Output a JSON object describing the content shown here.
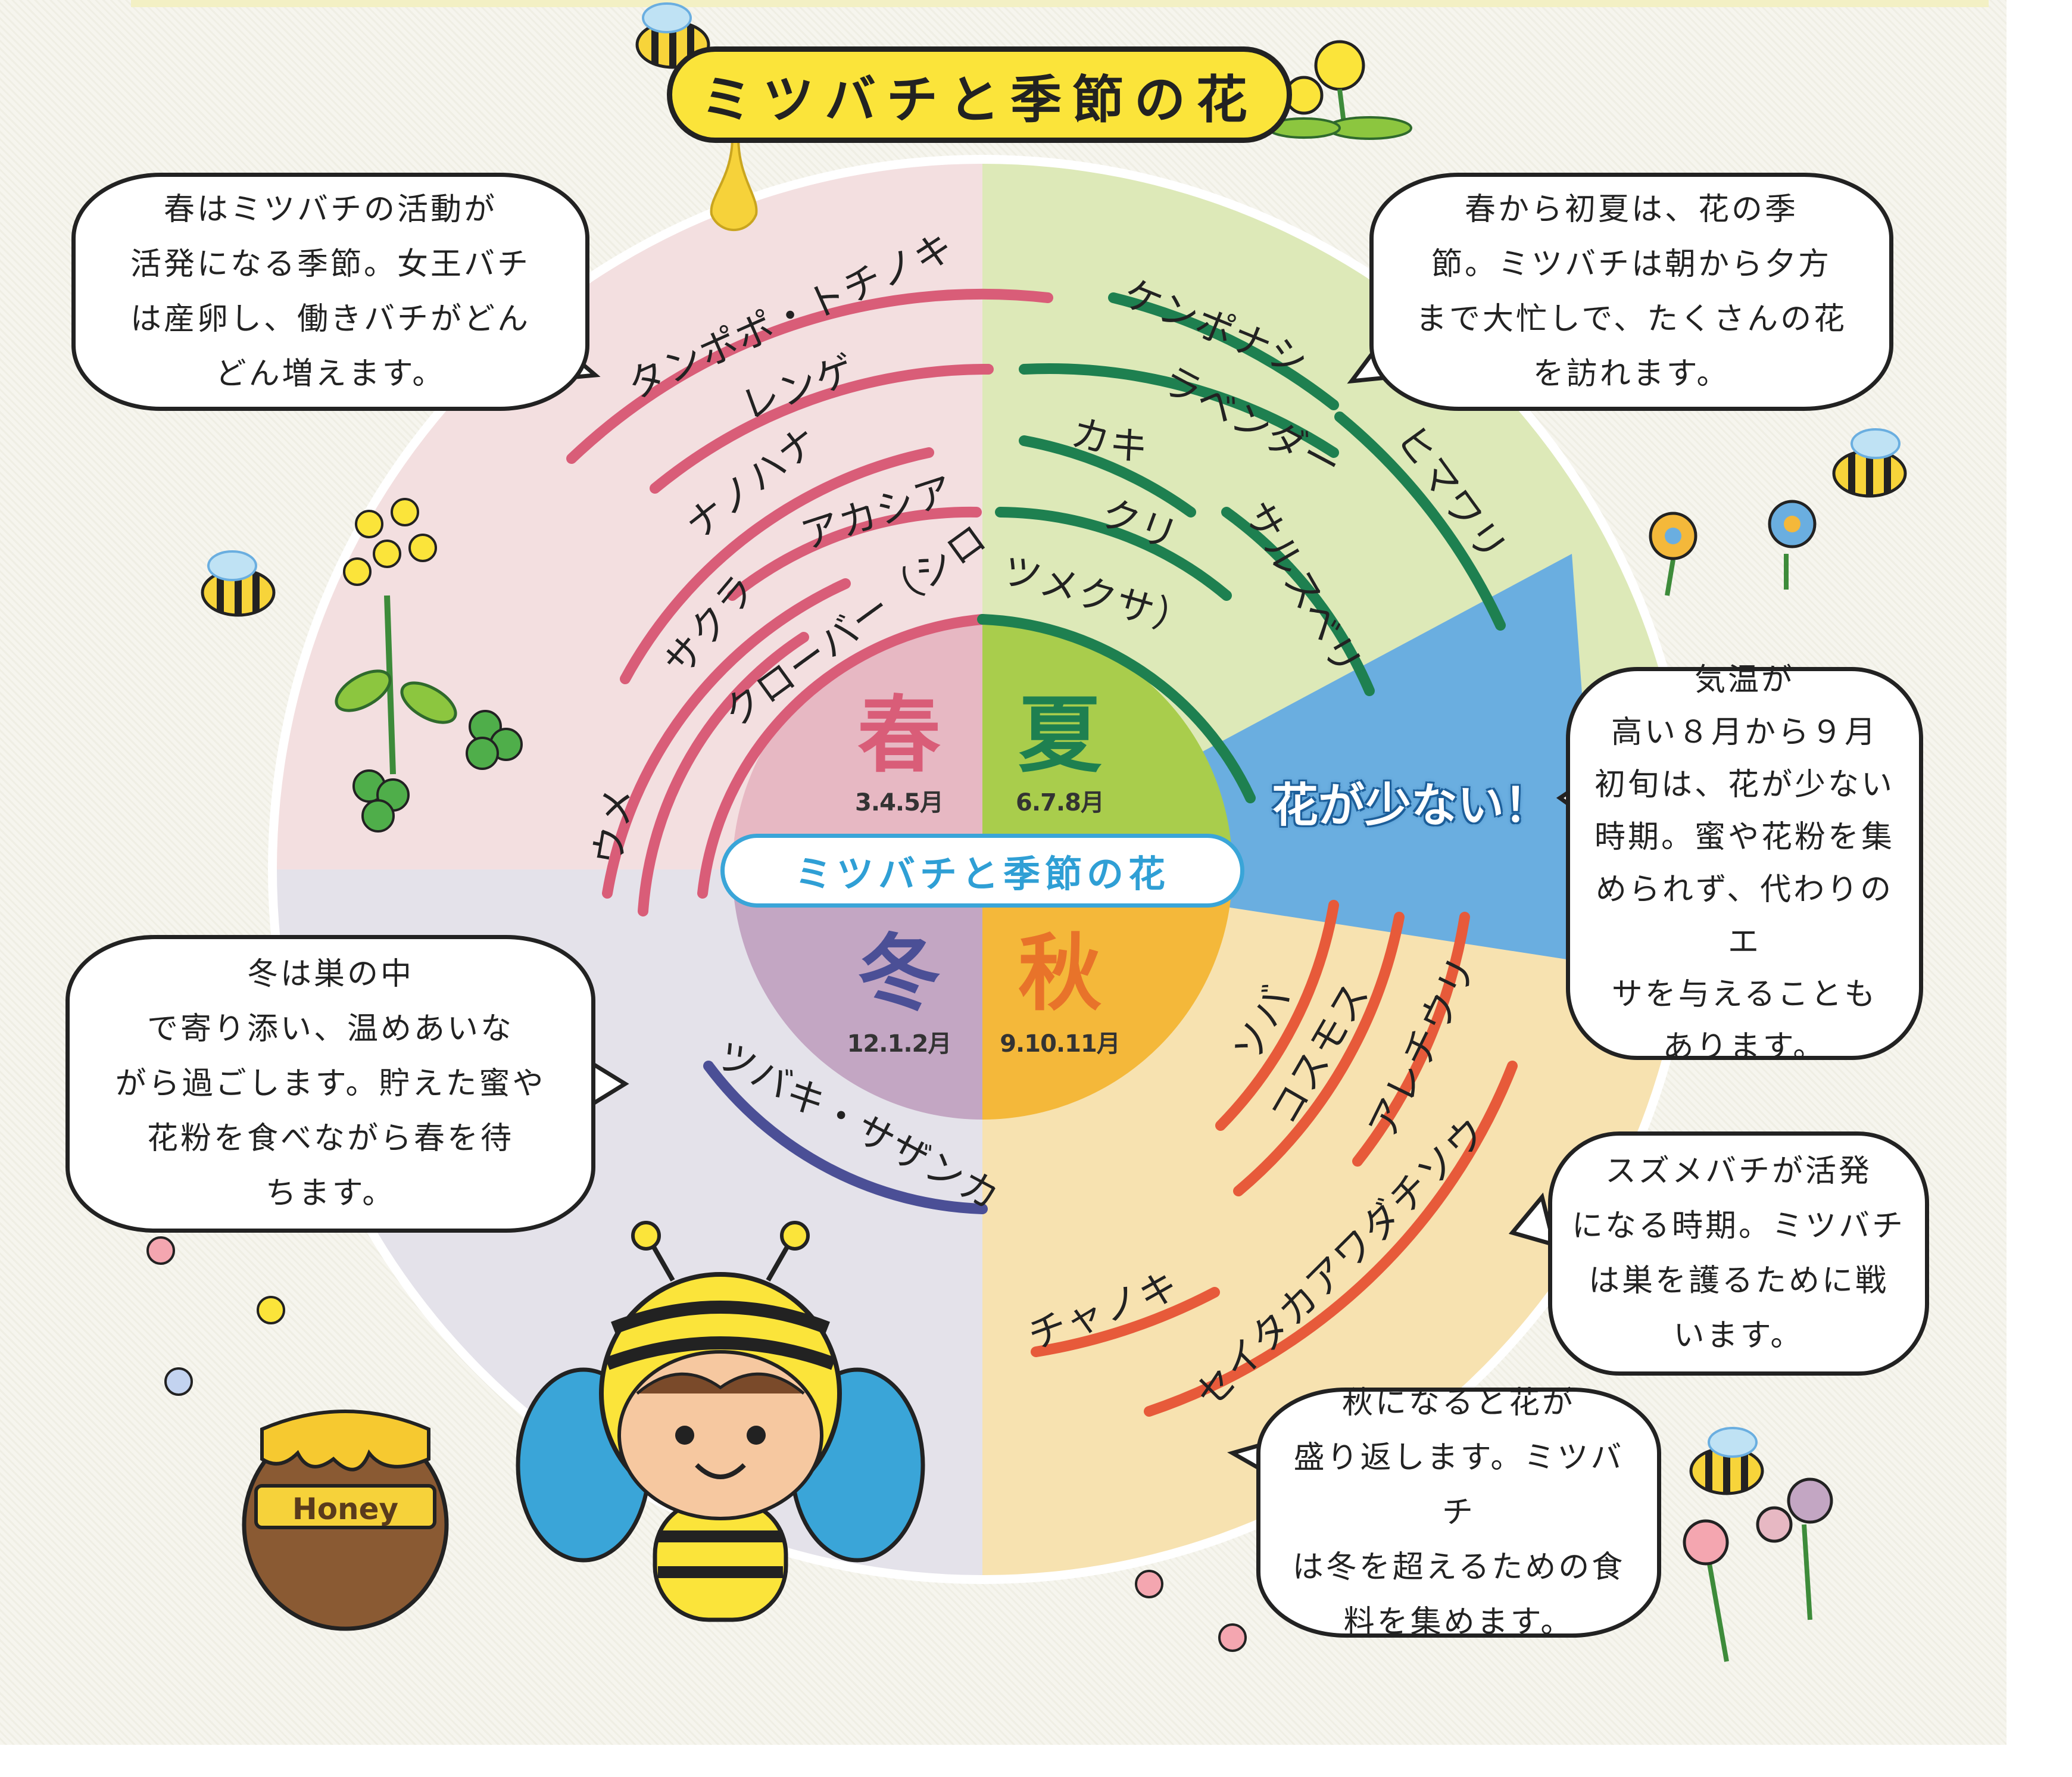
{
  "title": "ミツバチと季節の花",
  "center_label": "ミツバチと季節の花",
  "seasons": {
    "spring": {
      "name": "春",
      "months": "3.4.5月",
      "color": "#d95d78"
    },
    "summer": {
      "name": "夏",
      "months": "6.7.8月",
      "color": "#1e8050"
    },
    "autumn": {
      "name": "秋",
      "months": "9.10.11月",
      "color": "#e8732a"
    },
    "winter": {
      "name": "冬",
      "months": "12.1.2月",
      "color": "#4b4f96"
    }
  },
  "shortage_label": "花が少ない！",
  "flowers": {
    "spring": [
      "タンポポ・トチノキ",
      "レンゲ",
      "ナノハナ",
      "アカシア",
      "サクラ",
      "クローバー（シロ",
      "ウメ"
    ],
    "summer": [
      "ツメクサ）",
      "クリ",
      "カキ",
      "サルスベリ",
      "ラベンダー",
      "ケンポナシ",
      "ヒマワリ"
    ],
    "autumn": [
      "ソバ",
      "コスモス",
      "アレチウリ",
      "セイタカアワダチソウ",
      "チャノキ"
    ],
    "winter": [
      "ツバキ・サザンカ"
    ]
  },
  "bubbles": {
    "spring": [
      "春はミツバチの活動が",
      "活発になる季節。女王バチ",
      "は産卵し、働きバチがどん",
      "どん増えます。"
    ],
    "summer": [
      "春から初夏は、花の季",
      "節。ミツバチは朝から夕方",
      "まで大忙しで、たくさんの花",
      "を訪れます。"
    ],
    "shortage": [
      "気温が",
      "高い８月から９月",
      "初旬は、花が少ない",
      "時期。蜜や花粉を集",
      "められず、代わりのエ",
      "サを与えることも",
      "あります。"
    ],
    "hornet": [
      "スズメバチが活発",
      "になる時期。ミツバチ",
      "は巣を護るために戦",
      "います。"
    ],
    "autumn": [
      "秋になると花が",
      "盛り返します。ミツバチ",
      "は冬を超えるための食",
      "料を集めます。"
    ],
    "winter": [
      "冬は巣の中",
      "で寄り添い、温めあいな",
      "がら過ごします。貯えた蜜や",
      "花粉を食べながら春を待",
      "ちます。"
    ]
  },
  "honey_label": "Honey",
  "colors": {
    "spring_bg": "#f3dfe0",
    "summer_bg": "#dde9b8",
    "autumn_bg": "#f7e2b0",
    "winter_bg": "#e4e2ea",
    "shortage_bg": "#6aaee0",
    "title_yellow": "#fbe43a"
  }
}
